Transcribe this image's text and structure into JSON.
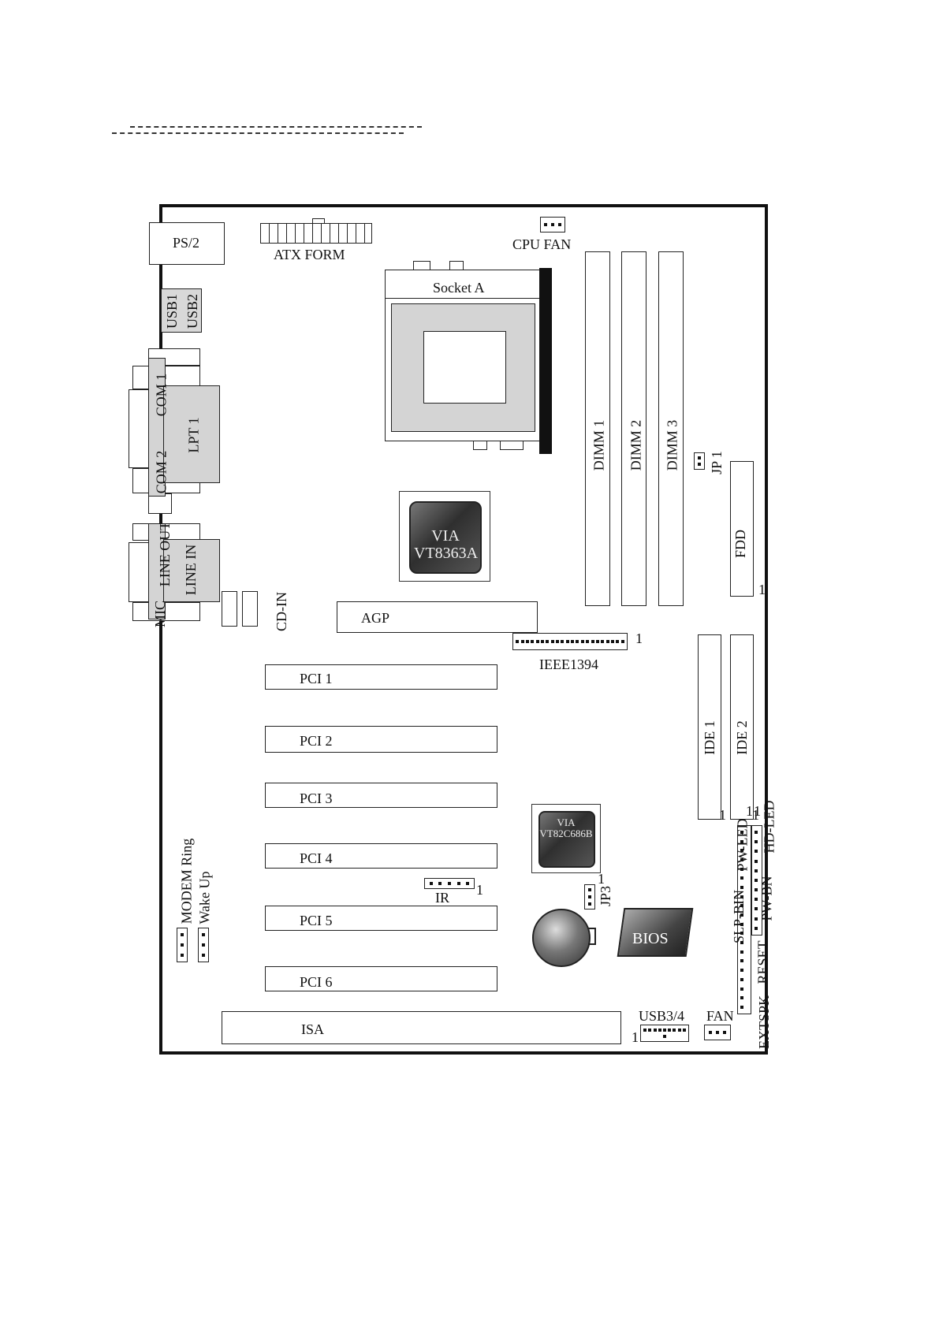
{
  "components": {
    "ps2": "PS/2",
    "atx": "ATX FORM",
    "cpu_fan": "CPU FAN",
    "socket": "Socket A",
    "usb1": "USB1",
    "usb2": "USB2",
    "com1": "COM 1",
    "com2": "COM 2",
    "lpt1": "LPT 1",
    "line_out": "LINE OUT",
    "line_in": "LINE IN",
    "mic": "MIC",
    "cd_in": "CD-IN",
    "dimm1": "DIMM 1",
    "dimm2": "DIMM 2",
    "dimm3": "DIMM 3",
    "jp1": "JP 1",
    "fdd": "FDD",
    "northbridge": "VIA\nVT8363A",
    "agp": "AGP",
    "ieee": "IEEE1394",
    "pci1": "PCI 1",
    "pci2": "PCI 2",
    "pci3": "PCI 3",
    "pci4": "PCI 4",
    "pci5": "PCI 5",
    "pci6": "PCI 6",
    "ide1": "IDE 1",
    "ide2": "IDE 2",
    "southbridge": "VIA\nVT82C686B",
    "ir": "IR",
    "jp3": "JP3",
    "bios": "BIOS",
    "modem_ring": "MODEM Ring",
    "wake_up": "Wake Up",
    "isa": "ISA",
    "usb34": "USB3/4",
    "fan": "FAN",
    "hd_led": "HD-LED",
    "pw_led": "PW-LED",
    "pw_bn": "PW-BN",
    "slp_bin": "SLP-BIN",
    "reset": "RESET",
    "extspk": "EXTSPK",
    "pin_one": "1"
  }
}
